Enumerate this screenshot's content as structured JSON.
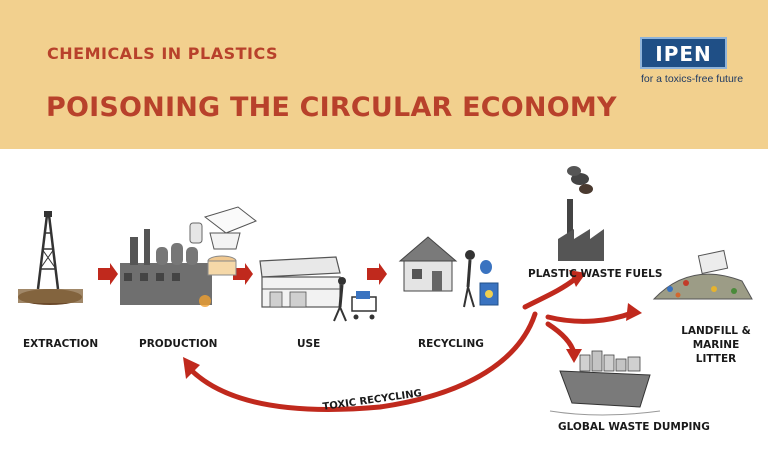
{
  "header": {
    "kicker": "CHEMICALS IN PLASTICS",
    "title": "POISONING THE CIRCULAR ECONOMY"
  },
  "logo": {
    "name": "IPEN",
    "tagline": "for a toxics-free future"
  },
  "stages": {
    "extraction": "EXTRACTION",
    "production": "PRODUCTION",
    "use": "USE",
    "recycling": "RECYCLING",
    "plastic_waste_fuels": "PLASTIC WASTE FUELS",
    "landfill": "LANDFILL & MARINE LITTER",
    "global_waste_dumping": "GLOBAL WASTE DUMPING"
  },
  "loop_label": "TOXIC RECYCLING",
  "colors": {
    "banner": "#f2d08e",
    "accent": "#b8412b",
    "arrow": "#c0291d",
    "logo": "#1f4f86"
  }
}
